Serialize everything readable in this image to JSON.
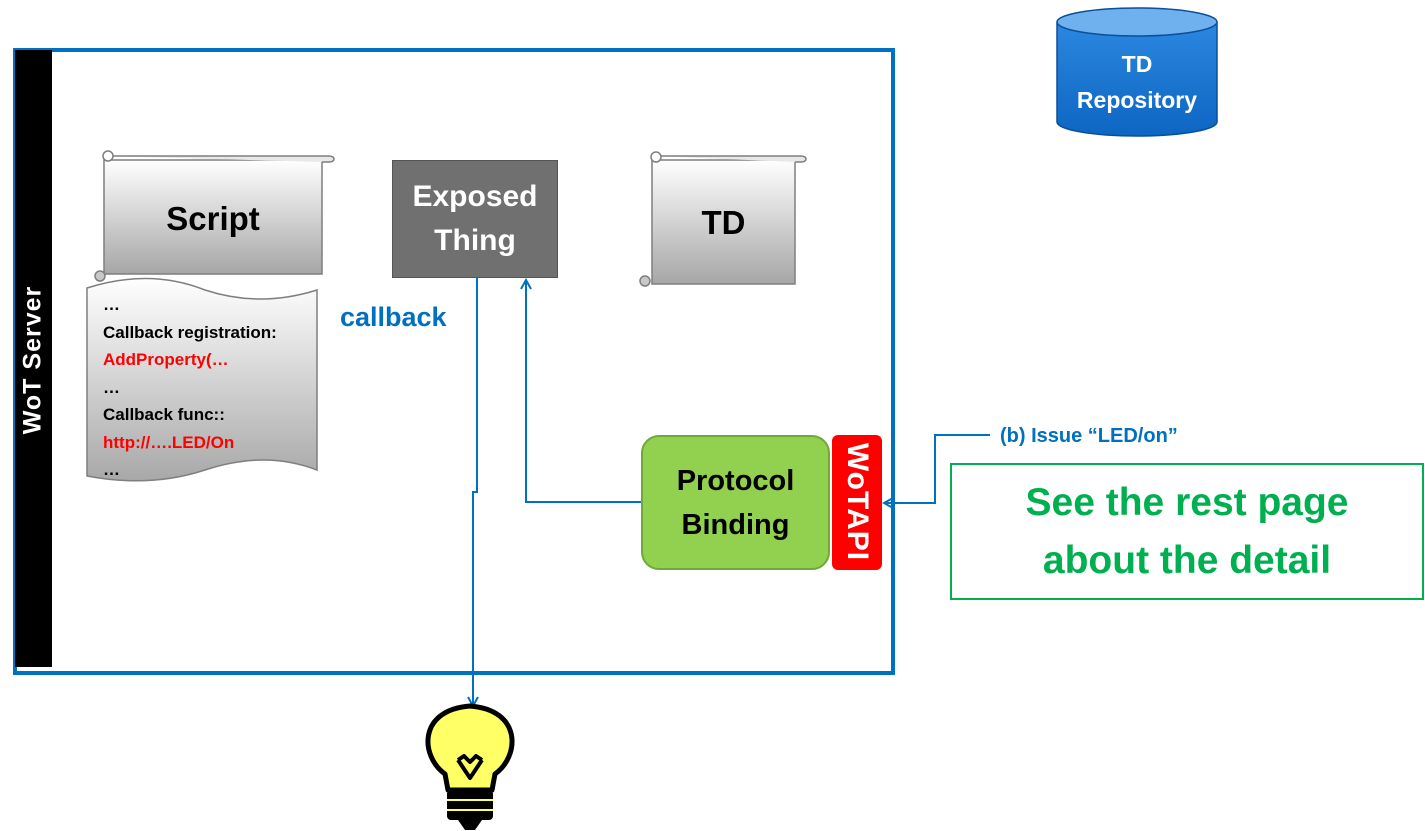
{
  "server": {
    "label": "WoT Server"
  },
  "script_doc": {
    "label": "Script"
  },
  "exposed_thing": {
    "label": "Exposed\nThing"
  },
  "td_doc": {
    "label": "TD"
  },
  "script_notes": {
    "lines": [
      {
        "text": "…",
        "color": "#000000"
      },
      {
        "text": "Callback registration:",
        "color": "#000000"
      },
      {
        "text": "AddProperty(…",
        "color": "#ff0000"
      },
      {
        "text": "…",
        "color": "#000000"
      },
      {
        "text": "Callback func::",
        "color": "#000000"
      },
      {
        "text": "http://….LED/On",
        "color": "#ff0000"
      },
      {
        "text": "…",
        "color": "#000000"
      }
    ]
  },
  "callback": {
    "label": "callback"
  },
  "protocol_binding": {
    "label": "Protocol\nBinding"
  },
  "wotapi": {
    "label": "WoTAPI"
  },
  "issue": {
    "label": "(b) Issue “LED/on”"
  },
  "detail_note": {
    "text": "See the rest page\nabout the detail"
  },
  "td_repository": {
    "label": "TD\nRepository"
  },
  "colors": {
    "frame": "#0070c0",
    "protocol_binding": "#92d050",
    "wotapi": "#ff0000",
    "detail": "#00b050",
    "repository": "#1874cd",
    "bulb": "#ffff66"
  }
}
